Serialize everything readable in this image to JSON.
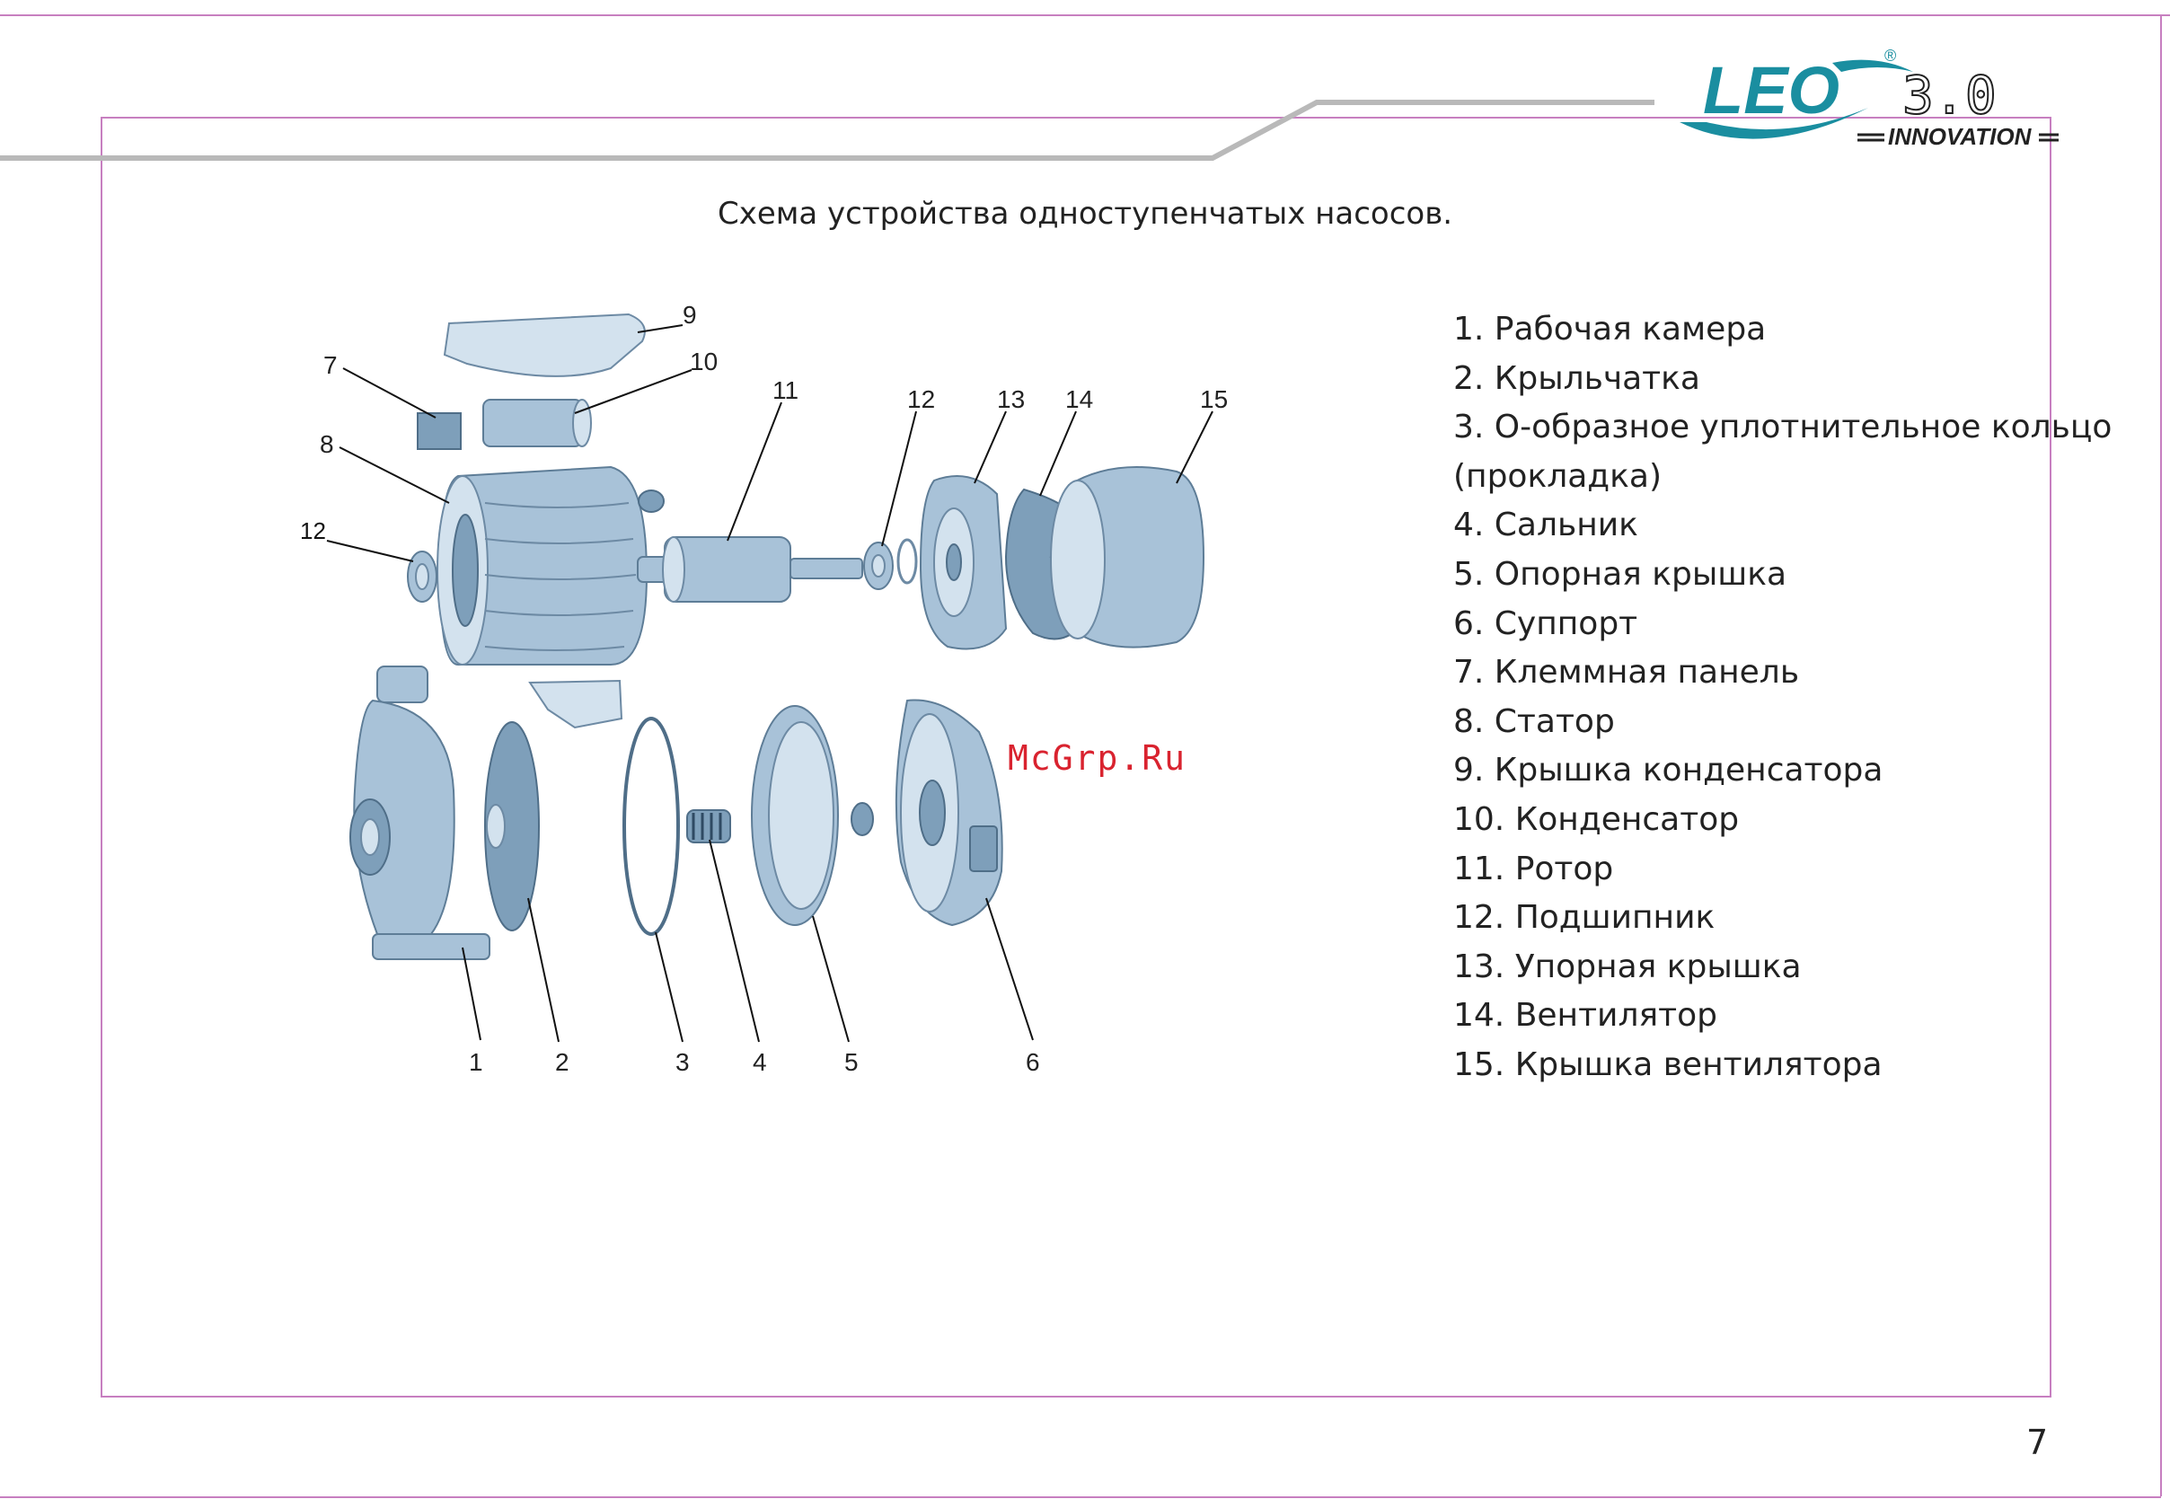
{
  "title": "Схема устройства одноступенчатых насосов.",
  "logo": {
    "brand": "LEO",
    "registered": "®",
    "version": "3.0",
    "tagline": "INNOVATION"
  },
  "legend": [
    "1. Рабочая камера",
    "2. Крыльчатка",
    "3. О-образное уплотнительное кольцо",
    "(прокладка)",
    "4. Сальник",
    "5. Опорная крышка",
    "6. Суппорт",
    "7. Клеммная панель",
    "8. Статор",
    "9. Крышка конденсатора",
    "10. Конденсатор",
    "11. Ротор",
    "12. Подшипник",
    "13. Упорная крышка",
    "14. Вентилятор",
    "15. Крышка вентилятора"
  ],
  "callouts": {
    "c1": "1",
    "c2": "2",
    "c3": "3",
    "c4": "4",
    "c5": "5",
    "c6": "6",
    "c7": "7",
    "c8": "8",
    "c9": "9",
    "c10": "10",
    "c11": "11",
    "c12a": "12",
    "c12b": "12",
    "c13": "13",
    "c14": "14",
    "c15": "15"
  },
  "watermark": "McGrp.Ru",
  "page_number": "7",
  "colors": {
    "frame": "#c77fc0",
    "logo_teal": "#1a8ea0",
    "logo_green": "#2aa39a",
    "watermark": "#d9232f",
    "part_fill": "#a8c2d8"
  }
}
